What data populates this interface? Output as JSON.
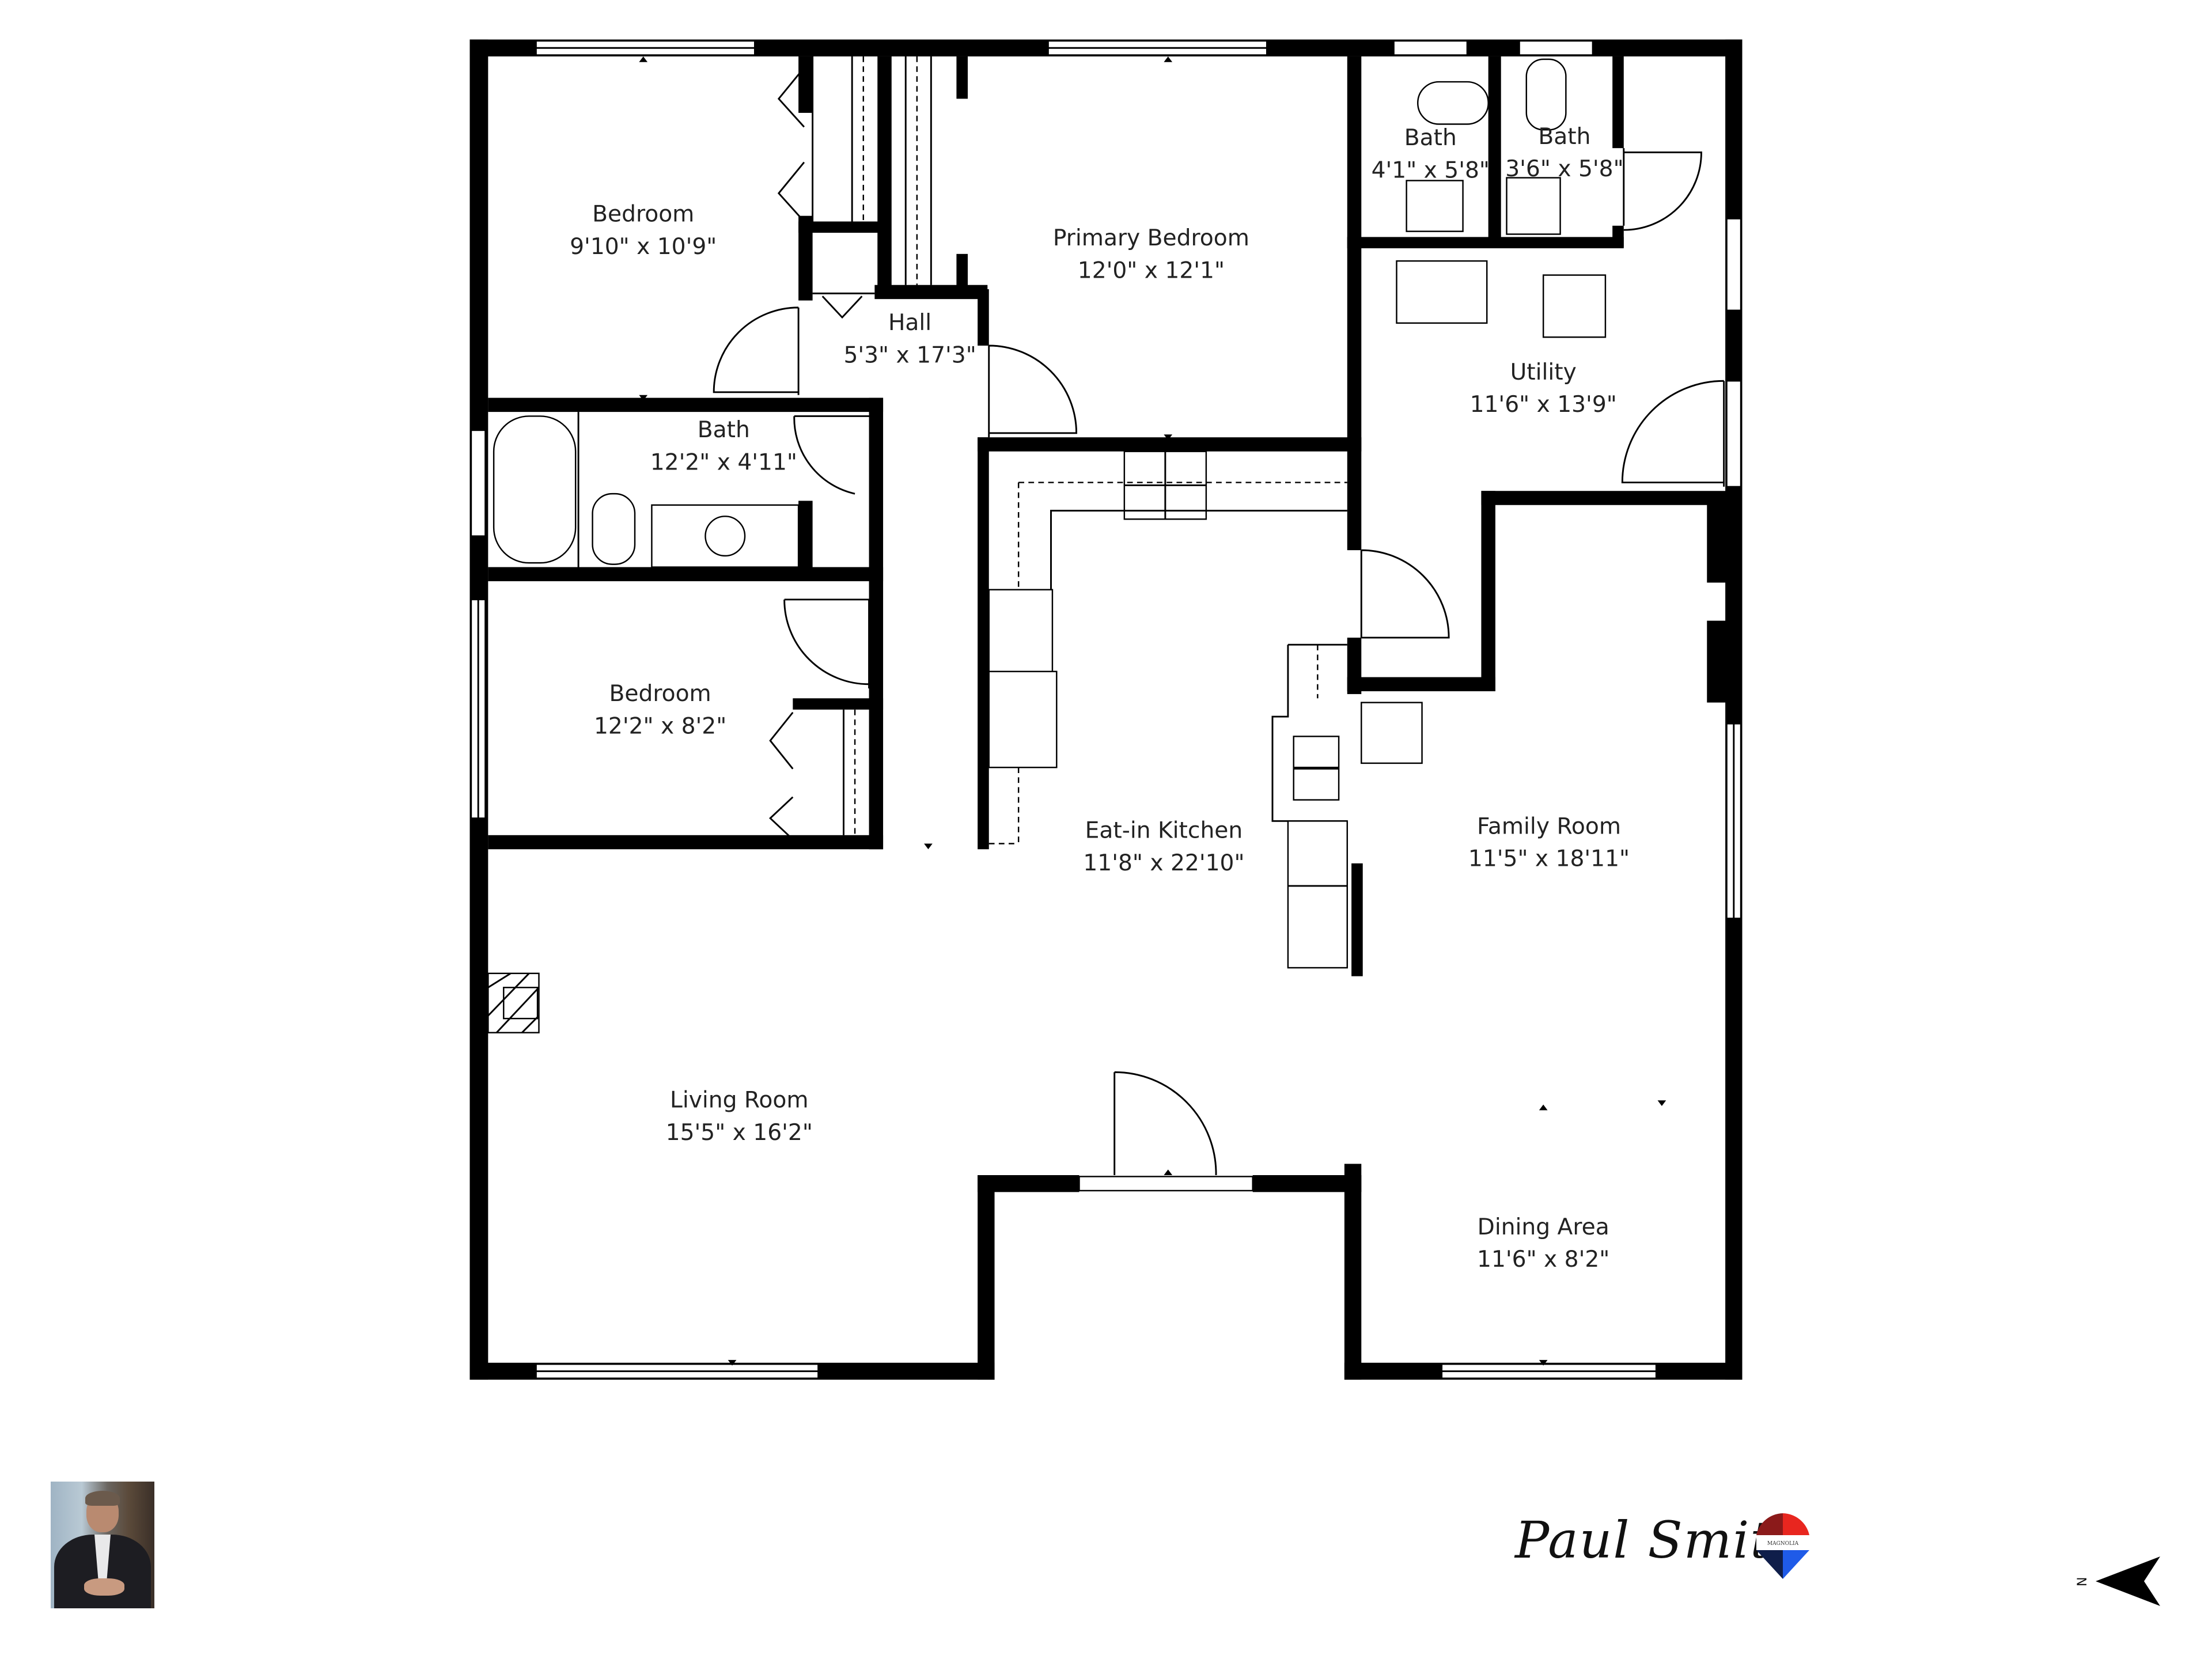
{
  "floorplan": {
    "rooms": [
      {
        "name": "Bedroom",
        "dims": "9'10\" x 10'9\""
      },
      {
        "name": "Hall",
        "dims": "5'3\" x 17'3\""
      },
      {
        "name": "Primary Bedroom",
        "dims": "12'0\" x 12'1\""
      },
      {
        "name": "Bath",
        "dims": "4'1\" x 5'8\""
      },
      {
        "name": "Bath",
        "dims": "3'6\" x 5'8\""
      },
      {
        "name": "Utility",
        "dims": "11'6\" x 13'9\""
      },
      {
        "name": "Bath",
        "dims": "12'2\" x 4'11\""
      },
      {
        "name": "Bedroom",
        "dims": "12'2\" x 8'2\""
      },
      {
        "name": "Eat-in Kitchen",
        "dims": "11'8\" x 22'10\""
      },
      {
        "name": "Family Room",
        "dims": "11'5\" x 18'11\""
      },
      {
        "name": "Living Room",
        "dims": "15'5\" x 16'2\""
      },
      {
        "name": "Dining Area",
        "dims": "11'6\" x 8'2\""
      }
    ]
  },
  "branding": {
    "agent_signature": "Paul Smith",
    "logo_text": "MAGNOLIA",
    "logo_colors": {
      "top_left": "#8b1a1a",
      "top_right": "#e8261f",
      "bottom_left": "#0f1e4a",
      "bottom_right": "#1f5be8"
    }
  },
  "compass": {
    "label": "N"
  }
}
